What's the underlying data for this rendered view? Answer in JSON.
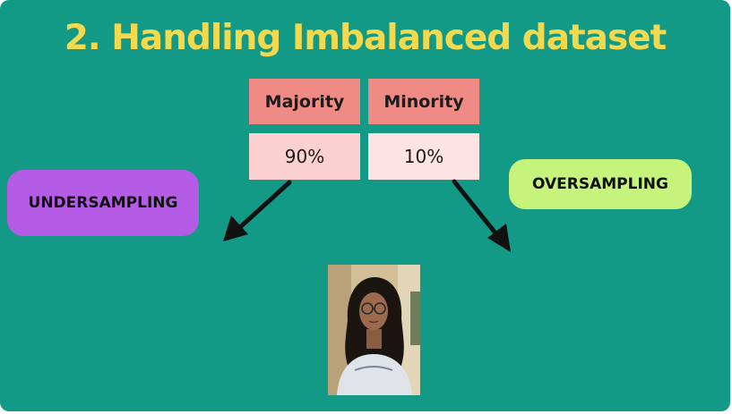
{
  "slide": {
    "title": "2. Handling Imbalanced dataset",
    "background_color": "#129a86",
    "title_color": "#f2d94e"
  },
  "table": {
    "headers": [
      "Majority",
      "Minority"
    ],
    "values": [
      "90%",
      "10%"
    ]
  },
  "labels": {
    "undersampling": "UNDERSAMPLING",
    "oversampling": "OVERSAMPLING"
  },
  "colors": {
    "header_cell": "#f08a84",
    "value_cell": "#fbd0d0",
    "undersampling_pill": "#b55ce6",
    "oversampling_pill": "#c6f37c",
    "arrow": "#111111"
  },
  "icons": {
    "left_arrow": "arrow-down-left-icon",
    "right_arrow": "arrow-down-right-icon",
    "presenter": "presenter-video-thumbnail"
  }
}
